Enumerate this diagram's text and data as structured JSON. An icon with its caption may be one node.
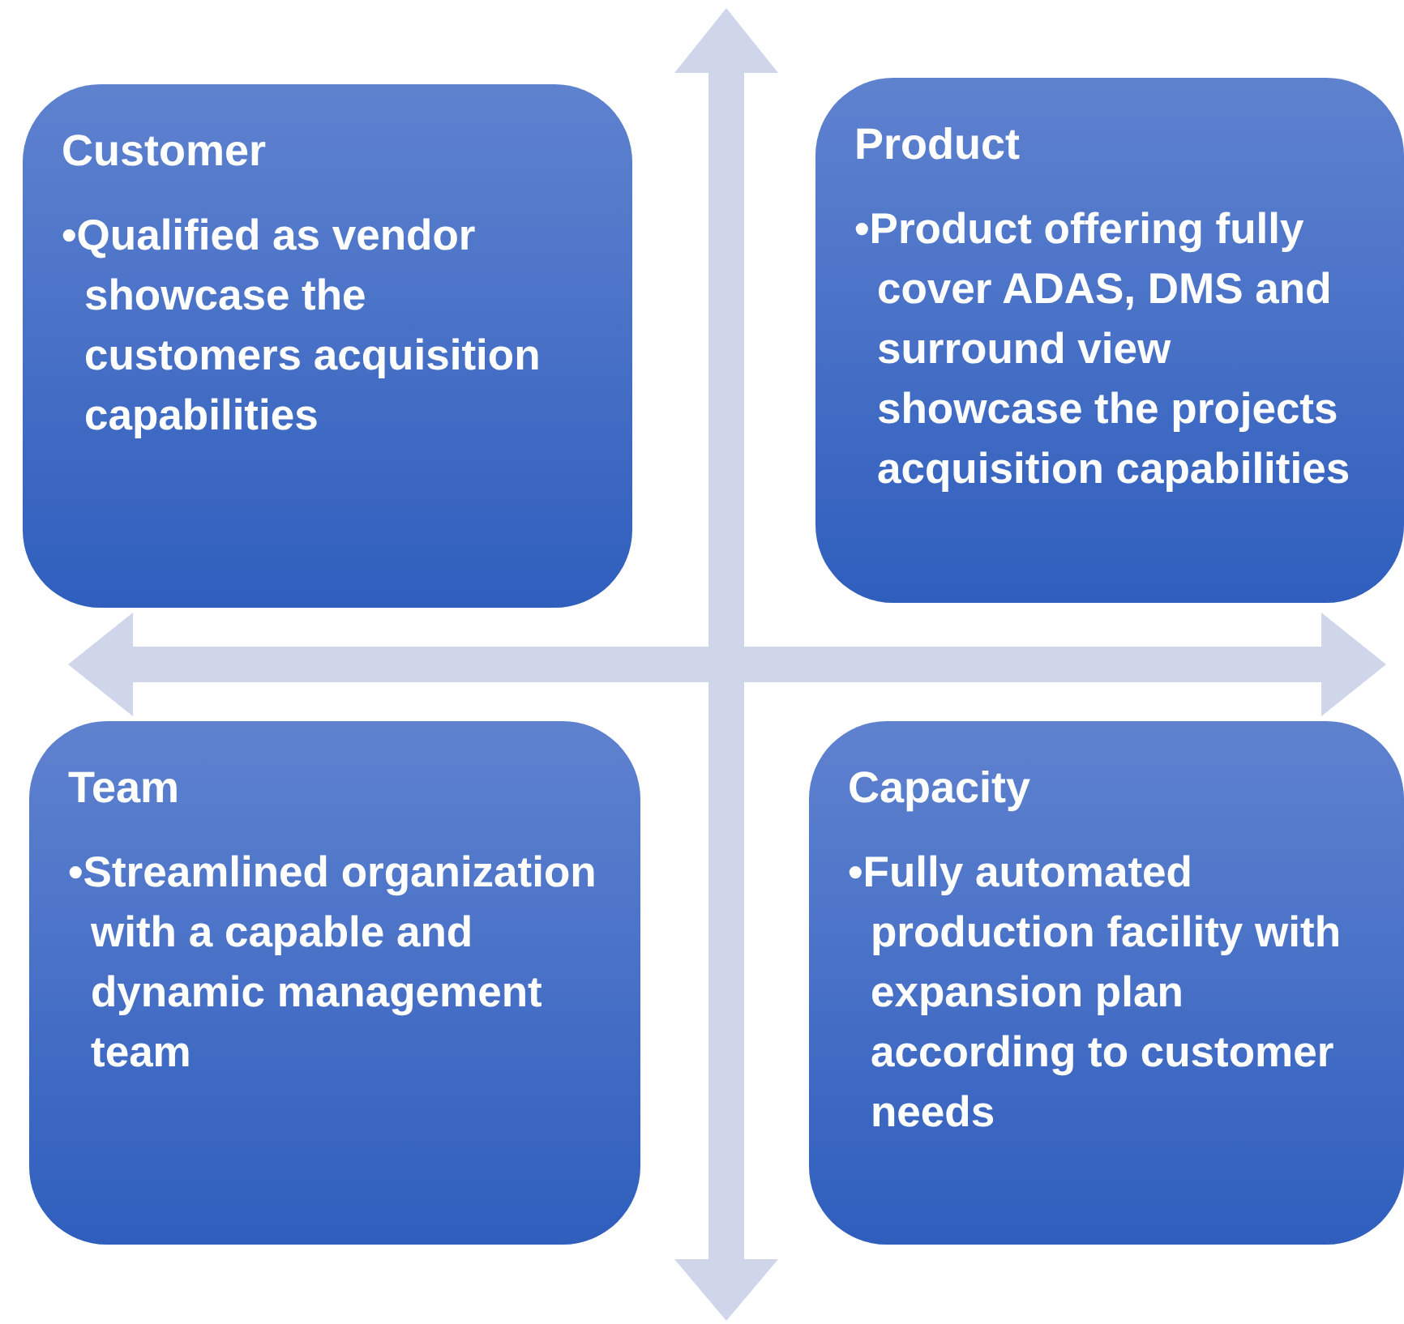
{
  "diagram": {
    "nodes": [
      {
        "text": [
          "Customer",
          "•Qualified as vendor showcase the customers acquisition capabilities"
        ]
      },
      {
        "text": [
          "Product",
          "•Product offering fully cover ADAS, DMS and surround view showcase the projects acquisition capabilities"
        ]
      },
      {
        "text": [
          "Team",
          "•Streamlined organization with a capable and dynamic management team"
        ]
      },
      {
        "text": [
          "Capacity",
          "•Fully automated production facility with expansion plan according to customer needs"
        ]
      }
    ],
    "edges": []
  }
}
